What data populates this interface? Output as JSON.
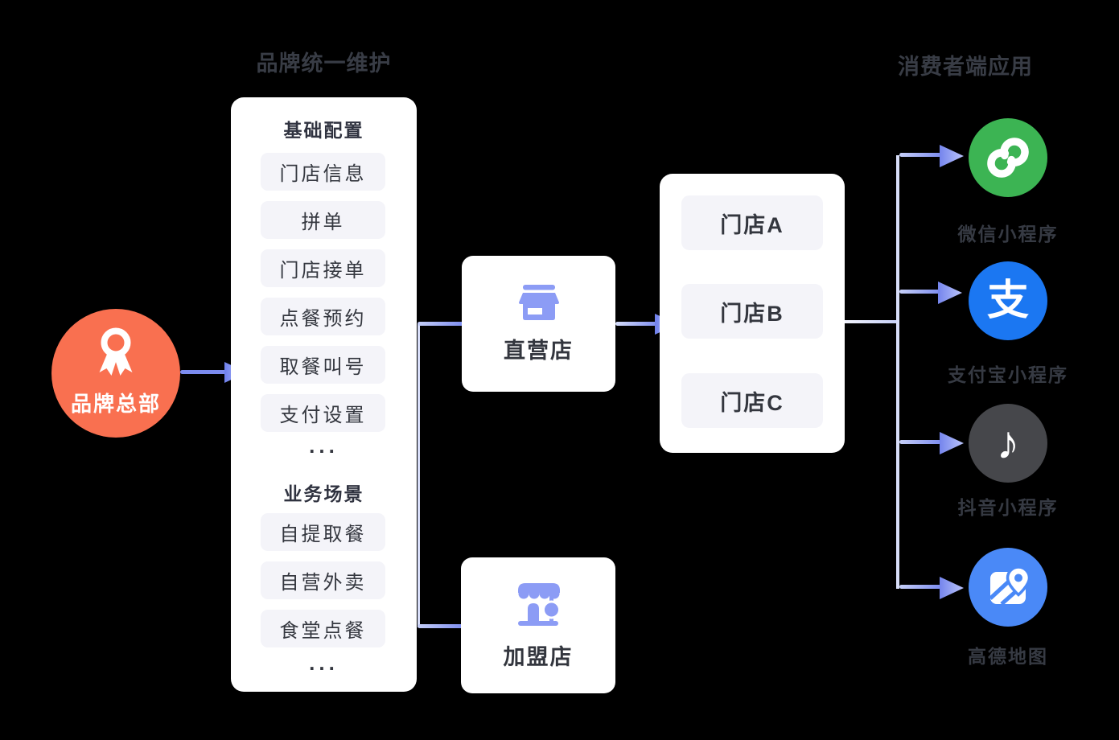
{
  "diagram": {
    "left_group_title": "品牌统一维护",
    "right_group_title": "消费者端应用",
    "brand_hub": {
      "label": "品牌总部"
    },
    "maintenance_panel": {
      "sections": [
        {
          "heading": "基础配置",
          "items": [
            "门店信息",
            "拼单",
            "门店接单",
            "点餐预约",
            "取餐叫号",
            "支付设置"
          ],
          "more": "..."
        },
        {
          "heading": "业务场景",
          "items": [
            "自提取餐",
            "自营外卖",
            "食堂点餐"
          ],
          "more": "..."
        }
      ]
    },
    "store_nodes": [
      {
        "label": "直营店"
      },
      {
        "label": "加盟店"
      }
    ],
    "store_list": {
      "items": [
        "门店A",
        "门店B",
        "门店C"
      ]
    },
    "consumer_apps": [
      {
        "label": "微信小程序"
      },
      {
        "label": "支付宝小程序",
        "glyph": "支"
      },
      {
        "label": "抖音小程序",
        "glyph": "♪"
      },
      {
        "label": "高德地图"
      }
    ],
    "colors": {
      "brand_hub_orange": "#F97050",
      "arrow_blue": "#7C8CEF",
      "connector_light": "#D8DEF9",
      "store_icon_periwinkle": "#8C9CF5",
      "wechat_green": "#3CB453",
      "alipay_blue": "#1B77F2",
      "douyin_dark": "#46474B",
      "amap_blue": "#4A89F7",
      "pill_bg": "#F4F4F9",
      "text_dark": "#34373F"
    }
  }
}
